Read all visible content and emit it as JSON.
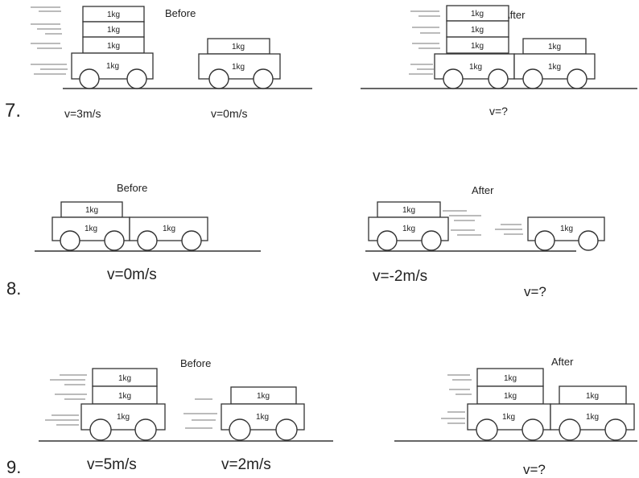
{
  "problems": [
    {
      "number": "7.",
      "before": {
        "title": "Before",
        "carts": [
          {
            "label": "1kg",
            "blocks": [
              "1kg",
              "1kg",
              "1kg"
            ],
            "velocity": "v=3m/s"
          },
          {
            "label": "1kg",
            "blocks": [
              "1kg"
            ],
            "velocity": "v=0m/s"
          }
        ]
      },
      "after": {
        "title": "After",
        "carts": [
          {
            "label": "1kg",
            "blocks": [
              "1kg",
              "1kg",
              "1kg"
            ]
          },
          {
            "label": "1kg",
            "blocks": [
              "1kg"
            ]
          }
        ],
        "velocity": "v=?"
      }
    },
    {
      "number": "8.",
      "before": {
        "title": "Before",
        "carts": [
          {
            "label": "1kg",
            "blocks": [
              "1kg"
            ]
          },
          {
            "label": "1kg",
            "blocks": []
          }
        ],
        "velocity": "v=0m/s"
      },
      "after": {
        "title": "After",
        "carts": [
          {
            "label": "1kg",
            "blocks": [
              "1kg"
            ],
            "velocity": "v=-2m/s"
          },
          {
            "label": "1kg",
            "blocks": [],
            "velocity": "v=?"
          }
        ]
      }
    },
    {
      "number": "9.",
      "before": {
        "title": "Before",
        "carts": [
          {
            "label": "1kg",
            "blocks": [
              "1kg",
              "1kg"
            ],
            "velocity": "v=5m/s"
          },
          {
            "label": "1kg",
            "blocks": [
              "1kg"
            ],
            "velocity": "v=2m/s"
          }
        ]
      },
      "after": {
        "title": "After",
        "carts": [
          {
            "label": "1kg",
            "blocks": [
              "1kg",
              "1kg"
            ]
          },
          {
            "label": "1kg",
            "blocks": [
              "1kg"
            ]
          }
        ],
        "velocity": "v=?"
      }
    }
  ]
}
